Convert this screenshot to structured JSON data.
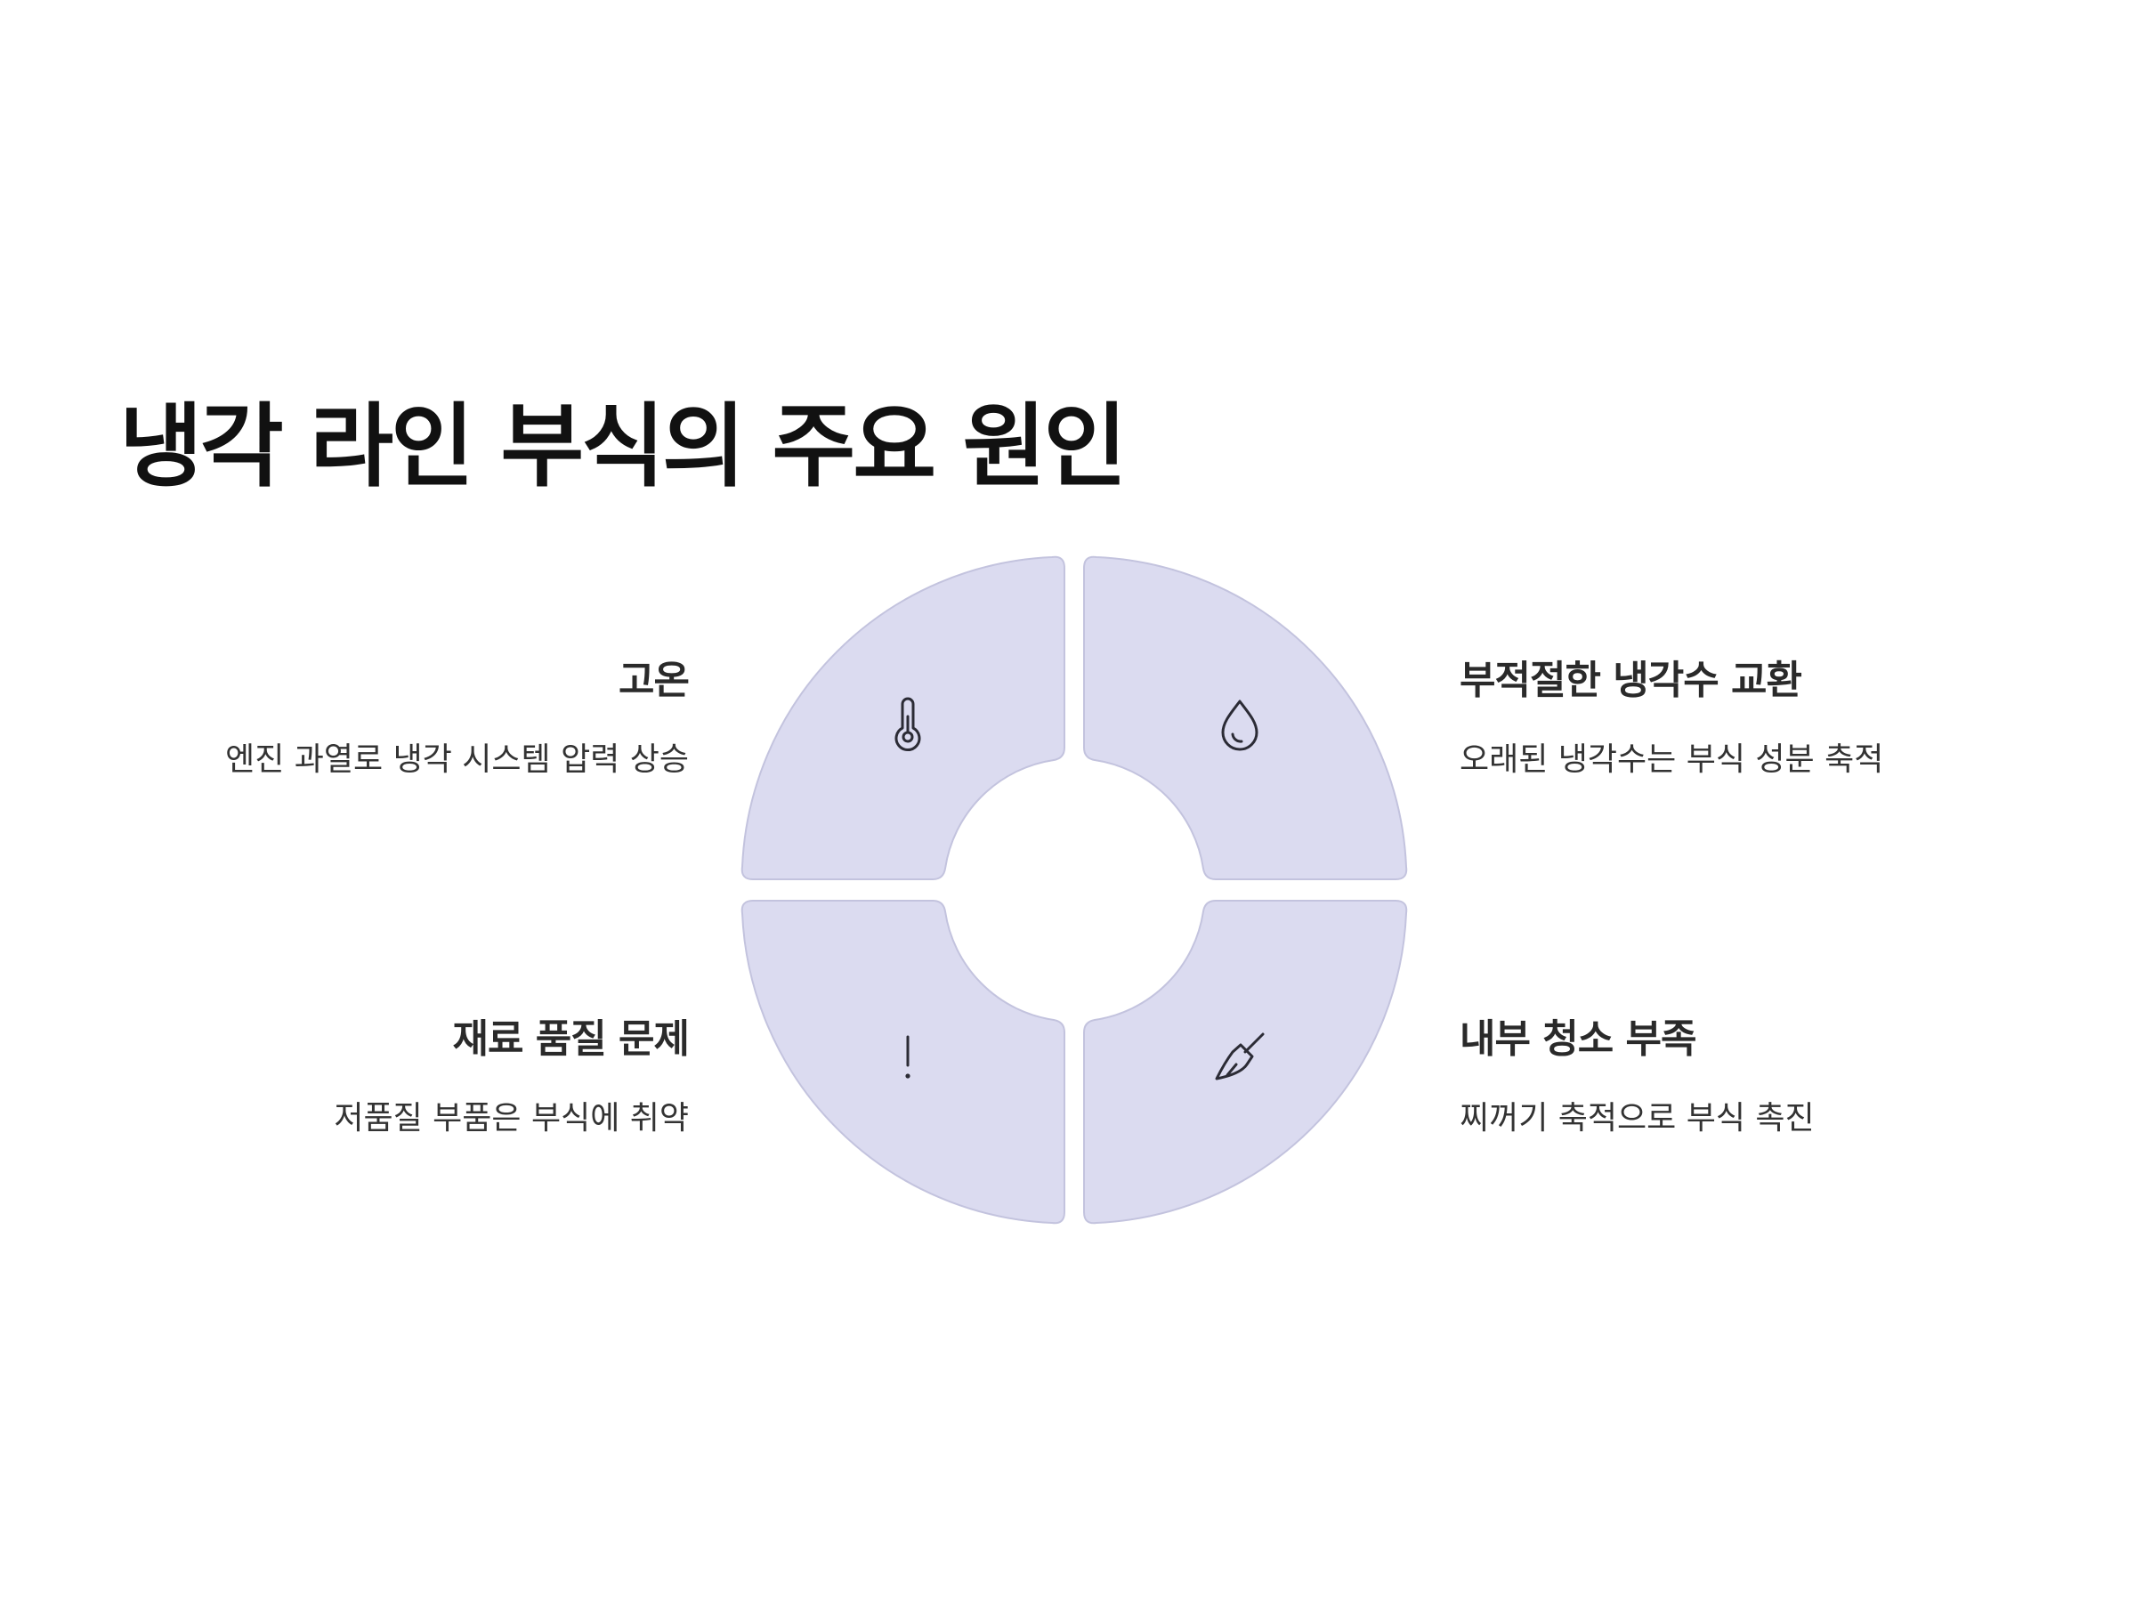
{
  "title": "냉각 라인 부식의 주요 원인",
  "segment_color": "#dbdbf0",
  "items": [
    {
      "heading": "고온",
      "description": "엔진 과열로 냉각 시스템 압력 상승",
      "icon": "thermometer-icon"
    },
    {
      "heading": "부적절한 냉각수 교환",
      "description": "오래된 냉각수는 부식 성분 축적",
      "icon": "water-drop-icon"
    },
    {
      "heading": "재료 품질 문제",
      "description": "저품질 부품은 부식에 취약",
      "icon": "exclamation-icon"
    },
    {
      "heading": "내부 청소 부족",
      "description": "찌꺼기 축적으로 부식 촉진",
      "icon": "broom-icon"
    }
  ]
}
